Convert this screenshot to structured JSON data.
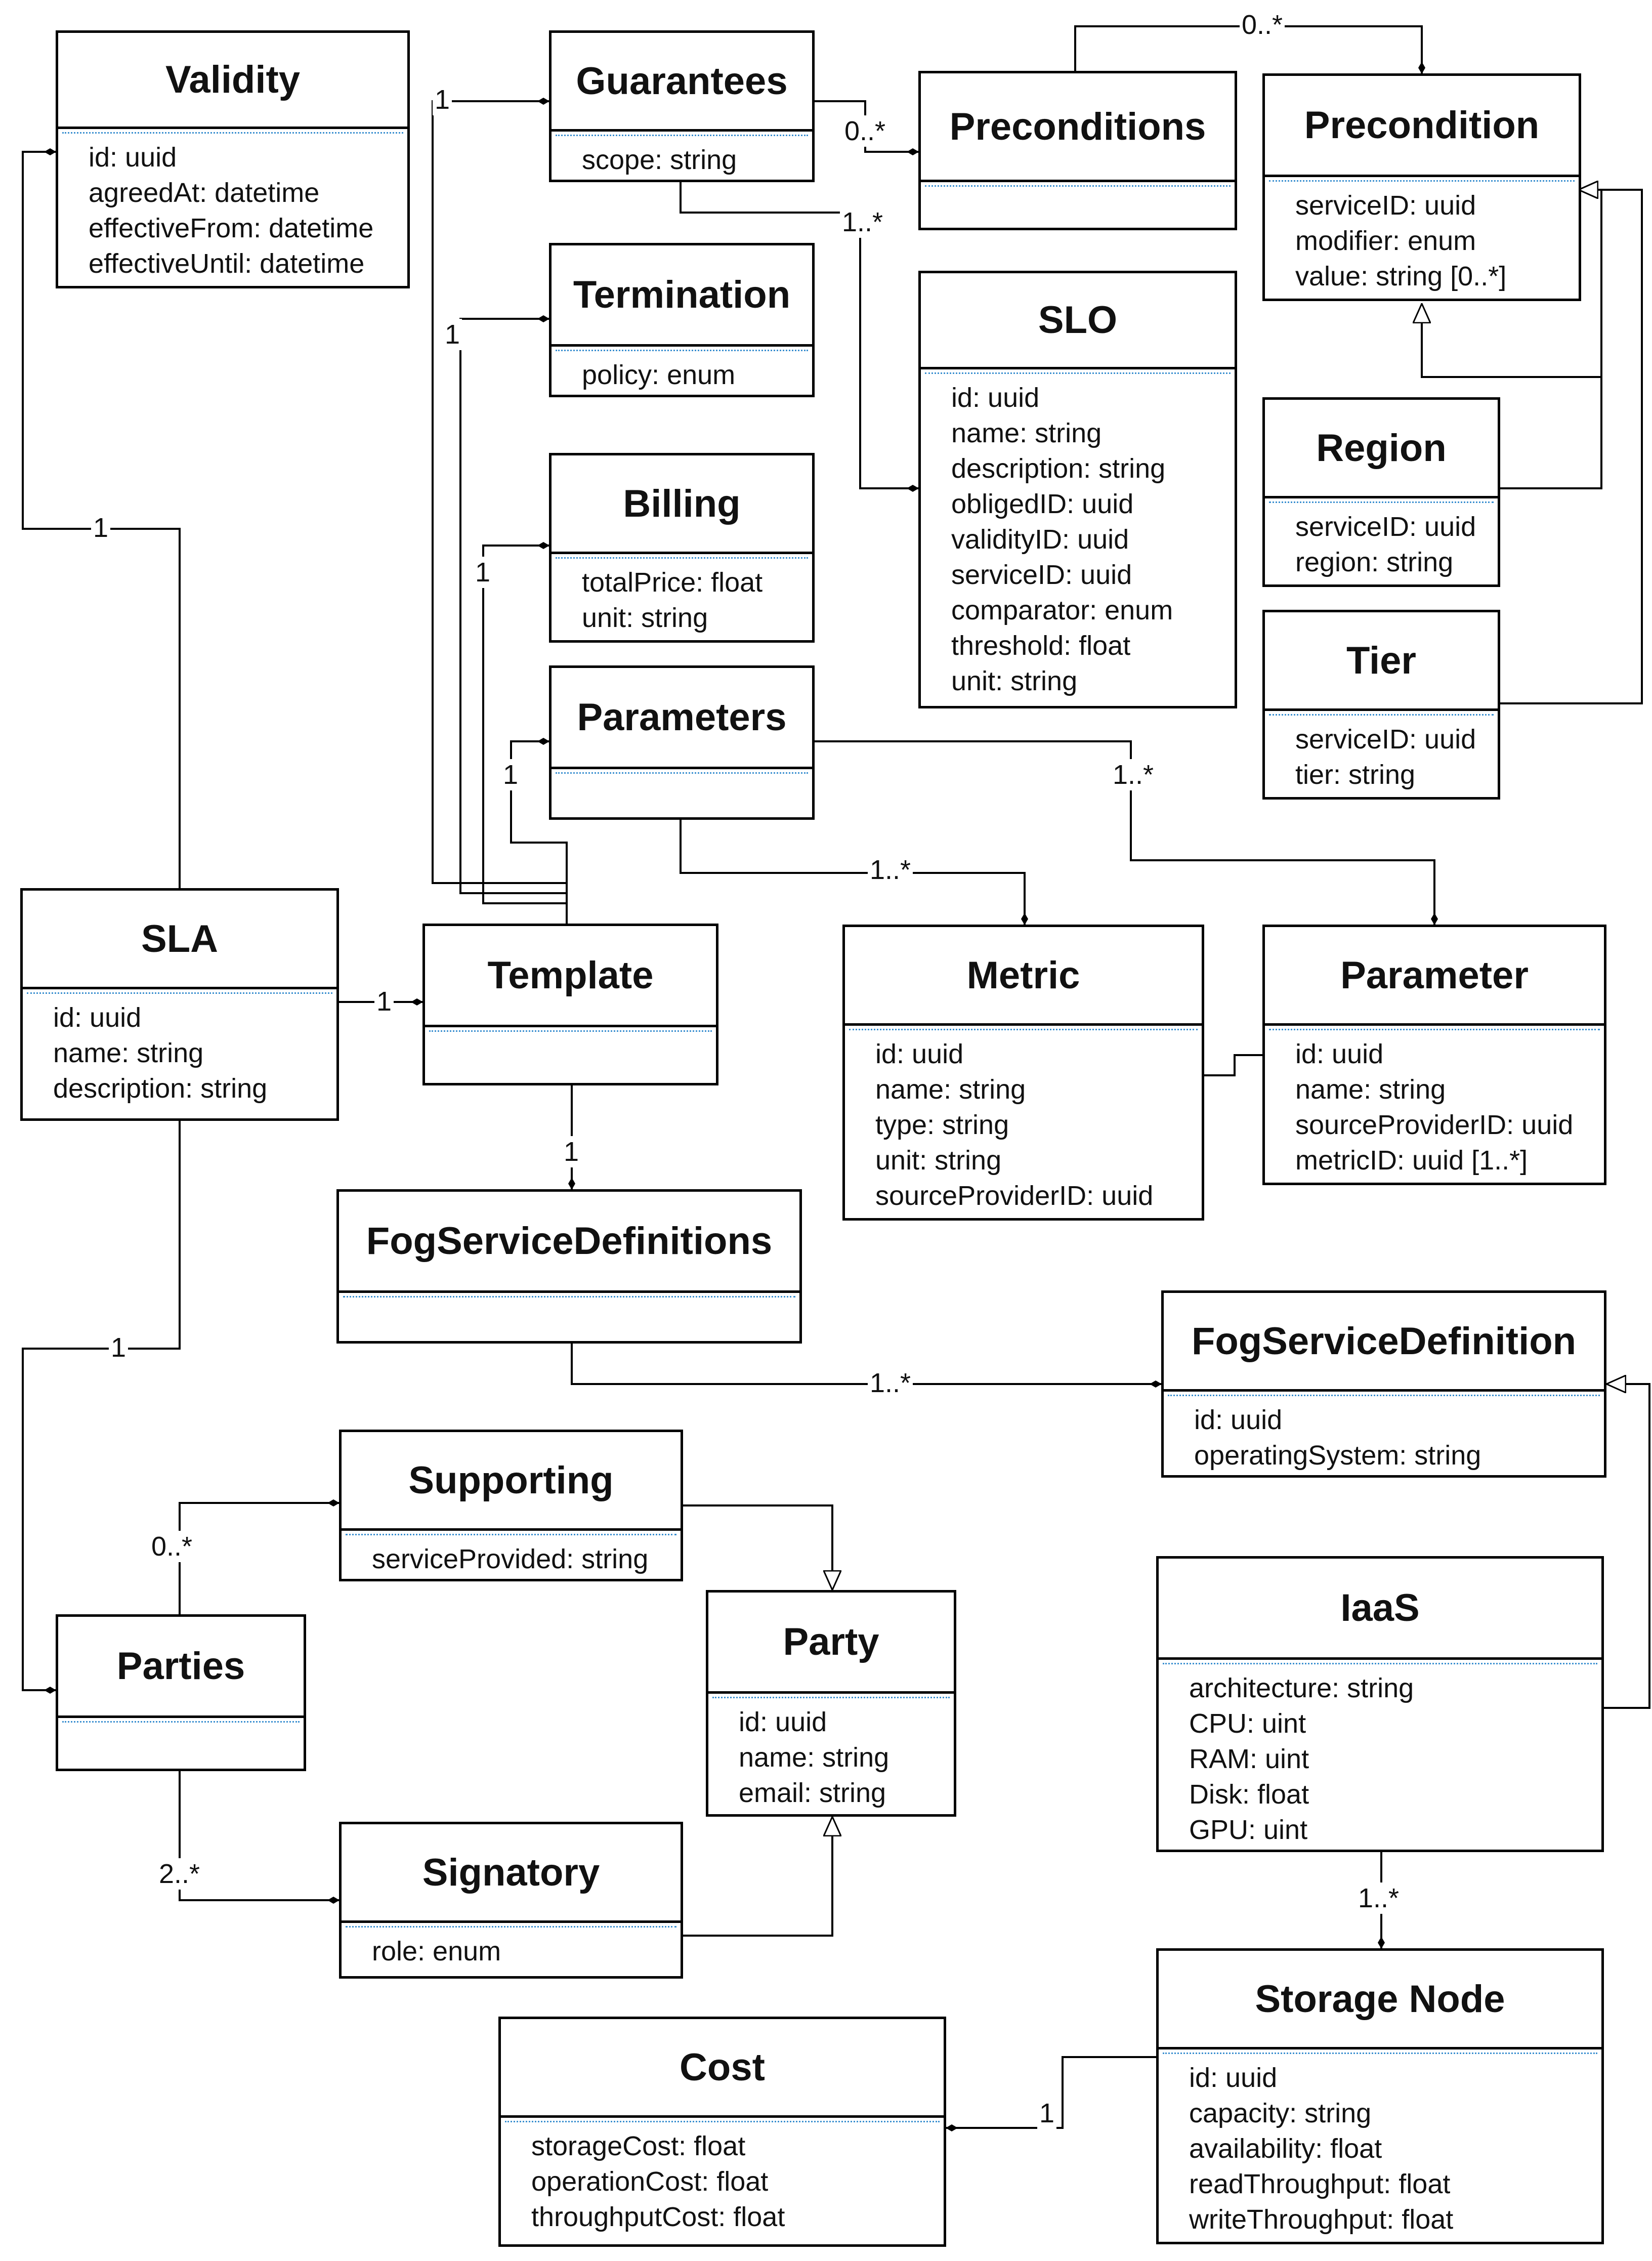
{
  "diagram": {
    "type": "uml-class-diagram",
    "classes": {
      "validity": {
        "name": "Validity",
        "attributes": [
          "id: uuid",
          "agreedAt: datetime",
          "effectiveFrom: datetime",
          "effectiveUntil: datetime"
        ]
      },
      "guarantees": {
        "name": "Guarantees",
        "attributes": [
          "scope: string"
        ]
      },
      "preconditions": {
        "name": "Preconditions",
        "attributes": []
      },
      "precondition": {
        "name": "Precondition",
        "attributes": [
          "serviceID: uuid",
          "modifier: enum",
          "value: string [0..*]"
        ]
      },
      "termination": {
        "name": "Termination",
        "attributes": [
          "policy: enum"
        ]
      },
      "slo": {
        "name": "SLO",
        "attributes": [
          "id: uuid",
          "name: string",
          "description: string",
          "obligedID: uuid",
          "validityID: uuid",
          "serviceID: uuid",
          "comparator: enum",
          "threshold: float",
          "unit: string"
        ]
      },
      "region": {
        "name": "Region",
        "attributes": [
          "serviceID: uuid",
          "region: string"
        ]
      },
      "billing": {
        "name": "Billing",
        "attributes": [
          "totalPrice: float",
          "unit: string"
        ]
      },
      "tier": {
        "name": "Tier",
        "attributes": [
          "serviceID: uuid",
          "tier: string"
        ]
      },
      "parameters": {
        "name": "Parameters",
        "attributes": []
      },
      "sla": {
        "name": "SLA",
        "attributes": [
          "id: uuid",
          "name: string",
          "description: string"
        ]
      },
      "template": {
        "name": "Template",
        "attributes": []
      },
      "metric": {
        "name": "Metric",
        "attributes": [
          "id: uuid",
          "name: string",
          "type: string",
          "unit: string",
          "sourceProviderID: uuid"
        ]
      },
      "parameter": {
        "name": "Parameter",
        "attributes": [
          "id: uuid",
          "name: string",
          "sourceProviderID: uuid",
          "metricID: uuid [1..*]"
        ]
      },
      "fogServiceDefinitions": {
        "name": "FogServiceDefinitions",
        "attributes": []
      },
      "fogServiceDefinition": {
        "name": "FogServiceDefinition",
        "attributes": [
          "id: uuid",
          "operatingSystem: string"
        ]
      },
      "supporting": {
        "name": "Supporting",
        "attributes": [
          "serviceProvided: string"
        ]
      },
      "party": {
        "name": "Party",
        "attributes": [
          "id: uuid",
          "name: string",
          "email: string"
        ]
      },
      "iaas": {
        "name": "IaaS",
        "attributes": [
          "architecture: string",
          "CPU: uint",
          "RAM: uint",
          "Disk: float",
          "GPU: uint"
        ]
      },
      "parties": {
        "name": "Parties",
        "attributes": []
      },
      "signatory": {
        "name": "Signatory",
        "attributes": [
          "role: enum"
        ]
      },
      "storageNode": {
        "name": "Storage Node",
        "attributes": [
          "id: uuid",
          "capacity: string",
          "availability: float",
          "readThroughput: float",
          "writeThroughput: float"
        ]
      },
      "cost": {
        "name": "Cost",
        "attributes": [
          "storageCost: float",
          "operationCost: float",
          "throughputCost: float"
        ]
      }
    },
    "multiplicities": {
      "guarantees_template": "1",
      "guarantees_preconditions": "0..*",
      "preconditions_precondition": "0..*",
      "guarantees_slo": "1..*",
      "termination_template": "1",
      "validity_sla": "1",
      "billing_template": "1",
      "parameters_template": "1",
      "parameters_parameter": "1..*",
      "parameters_metric": "1..*",
      "sla_template": "1",
      "template_fogservicedefinitions": "1",
      "sla_parties": "1",
      "fogservicedefinitions_fogservicedefinition": "1..*",
      "parties_supporting": "0..*",
      "parties_signatory": "2..*",
      "iaas_storagenode": "1..*",
      "storagenode_cost": "1"
    }
  }
}
